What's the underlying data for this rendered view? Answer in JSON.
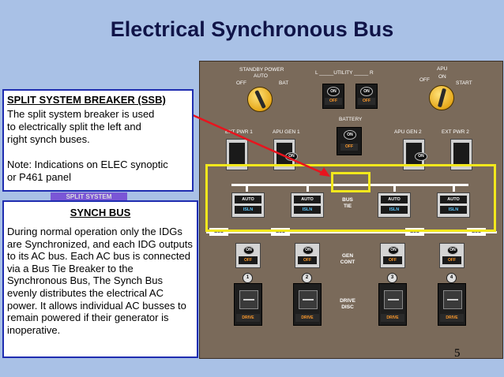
{
  "slide": {
    "title": "Electrical Synchronous Bus",
    "page_number": "5"
  },
  "panel": {
    "standby_power": {
      "label": "STANDBY POWER",
      "auto": "AUTO",
      "off": "OFF",
      "bat": "BAT"
    },
    "utility": {
      "label": "L _____UTILITY _____ R",
      "on": "ON",
      "off": "OFF"
    },
    "apu": {
      "label": "APU",
      "on": "ON",
      "off": "OFF",
      "start": "START"
    },
    "battery": {
      "label": "BATTERY",
      "on": "ON",
      "off": "OFF"
    },
    "sources": [
      "EXT PWR 1",
      "APU GEN 1",
      "APU GEN 2",
      "EXT PWR 2"
    ],
    "apu_gen_on": "ON",
    "bus_tie_relays": [
      {
        "top": "AUTO",
        "bottom": "ISLN"
      },
      {
        "top": "AUTO",
        "bottom": "ISLN"
      },
      {
        "top": "AUTO",
        "bottom": "ISLN"
      },
      {
        "top": "AUTO",
        "bottom": "ISLN"
      }
    ],
    "bus_tie_label": "BUS\nTIE",
    "bus_labels": [
      "BUS",
      "BUS",
      "BUS",
      "BUS"
    ],
    "gen_cont_label": "GEN\nCONT",
    "gen_cont": [
      {
        "on": "ON",
        "off": "OFF",
        "num": "1"
      },
      {
        "on": "ON",
        "off": "OFF",
        "num": "2"
      },
      {
        "on": "ON",
        "off": "OFF",
        "num": "3"
      },
      {
        "on": "ON",
        "off": "OFF",
        "num": "4"
      }
    ],
    "drive_disc_label": "DRIVE\nDISC",
    "drive_labels": [
      "DRIVE",
      "DRIVE",
      "DRIVE",
      "DRIVE"
    ]
  },
  "ssb": {
    "heading": "SPLIT SYSTEM BREAKER (SSB)",
    "body": "The split system breaker is used\nto electrically split the left and\nright synch buses.\n\nNote: Indications on ELEC synoptic\nor P461 panel"
  },
  "split_tab": "SPLIT SYSTEM",
  "synch": {
    "heading": "SYNCH BUS",
    "body": "During normal operation only the IDGs are Synchronized, and each IDG outputs to its AC bus.  Each AC bus is connected via a Bus Tie Breaker to the Synchronous Bus, The Synch Bus evenly distributes the electrical AC power.  It allows individual AC busses to remain powered if their generator is inoperative."
  },
  "colors": {
    "background": "#a9c1e6",
    "panel": "#7a6a5a",
    "highlight": "#f2e81c",
    "callout_border": "#1f2db0",
    "arrow": "#e8141e",
    "off_light": "#ff9a2a",
    "isln_light": "#5ec8ff"
  }
}
